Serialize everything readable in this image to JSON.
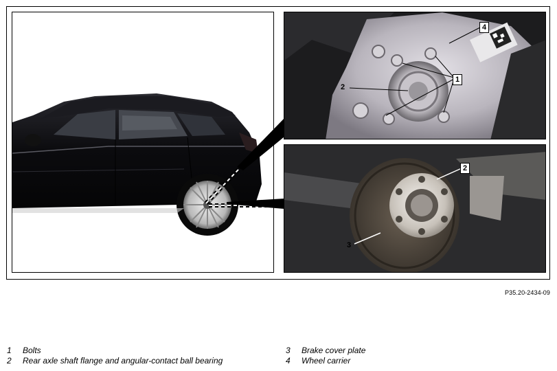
{
  "figure": {
    "reference_code": "P35.20-2434-09",
    "callouts": {
      "top_panel": [
        "4",
        "1",
        "2"
      ],
      "bottom_panel": [
        "2",
        "3"
      ]
    }
  },
  "legend": [
    {
      "number": "1",
      "text": "Bolts"
    },
    {
      "number": "2",
      "text": "Rear axle shaft flange and angular-contact ball bearing"
    },
    {
      "number": "3",
      "text": "Brake cover plate"
    },
    {
      "number": "4",
      "text": "Wheel carrier"
    }
  ]
}
